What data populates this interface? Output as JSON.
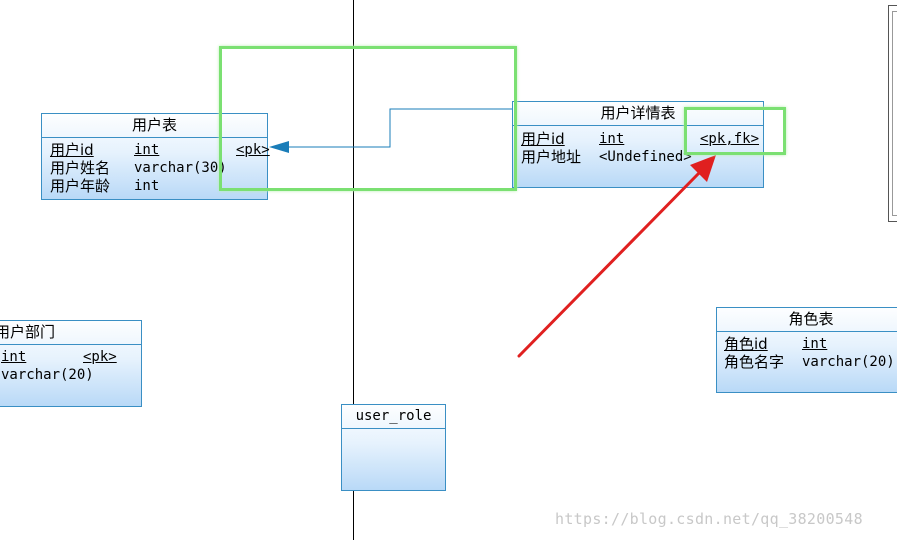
{
  "entities": {
    "user": {
      "title": "用户表",
      "rows": [
        {
          "name": "用户id",
          "type": "int",
          "key": "<pk>"
        },
        {
          "name": "用户姓名",
          "type": "varchar(30)"
        },
        {
          "name": "用户年龄",
          "type": "int"
        }
      ]
    },
    "user_detail": {
      "title": "用户详情表",
      "rows": [
        {
          "name": "用户id",
          "type": "int",
          "key": "<pk,fk>"
        },
        {
          "name": "用户地址",
          "type": "<Undefined>"
        }
      ]
    },
    "user_dept": {
      "title": "用户部门",
      "rows": [
        {
          "name": "int",
          "key": "<pk>"
        },
        {
          "name": "varchar(20)"
        }
      ]
    },
    "role": {
      "title": "角色表",
      "rows": [
        {
          "name": "角色id",
          "type": "int"
        },
        {
          "name": "角色名字",
          "type": "varchar(20)"
        }
      ]
    },
    "user_role": {
      "title": "user_role"
    }
  },
  "watermark": "https://blog.csdn.net/qq_38200548",
  "colors": {
    "entity_border": "#3a8fc4",
    "link_line": "#1a7db8",
    "highlight": "#7be072",
    "arrow": "#e02020"
  }
}
